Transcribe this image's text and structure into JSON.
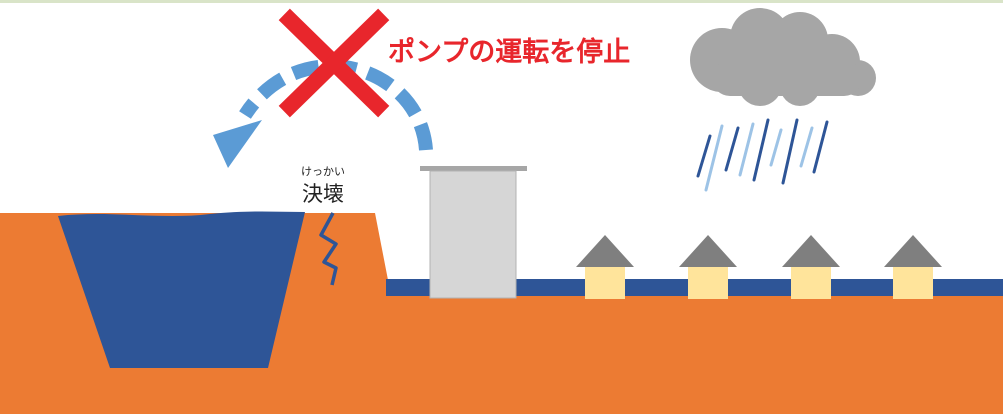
{
  "labels": {
    "pump_stop": "ポンプの運転を停止",
    "breach_reading": "けっかい",
    "breach": "決壊"
  },
  "icons": {
    "stop_mark": "cross-icon",
    "direction": "curved-arrow-icon",
    "weather": "rain-cloud-icon",
    "dwelling": "house-icon"
  },
  "colors": {
    "ground": "#ec7b33",
    "water": "#2e5597",
    "arrow": "#5b9bd5",
    "cross": "#e8262c",
    "pump_building": "#d6d6d6",
    "house_roof": "#7f7f7f",
    "house_wall": "#ffe49b",
    "cloud": "#a6a6a6"
  }
}
